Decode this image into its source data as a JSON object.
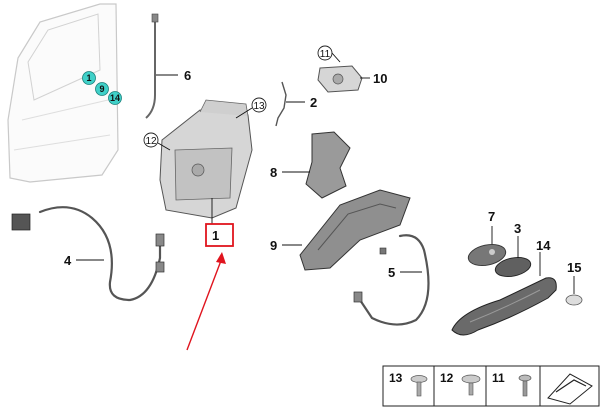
{
  "callouts": {
    "p1": "1",
    "p2": "2",
    "p3": "3",
    "p4": "4",
    "p5": "5",
    "p6": "6",
    "p7": "7",
    "p8": "8",
    "p9": "9",
    "p10": "10",
    "p11": "11",
    "p12": "12",
    "p13": "13",
    "p14": "14",
    "p15": "15"
  },
  "door_markers": [
    "1",
    "9",
    "14"
  ],
  "legend": {
    "items": [
      "13",
      "12",
      "11"
    ]
  },
  "colors": {
    "marker_teal": "#3fd0c8",
    "highlight_red": "#e0141e"
  }
}
